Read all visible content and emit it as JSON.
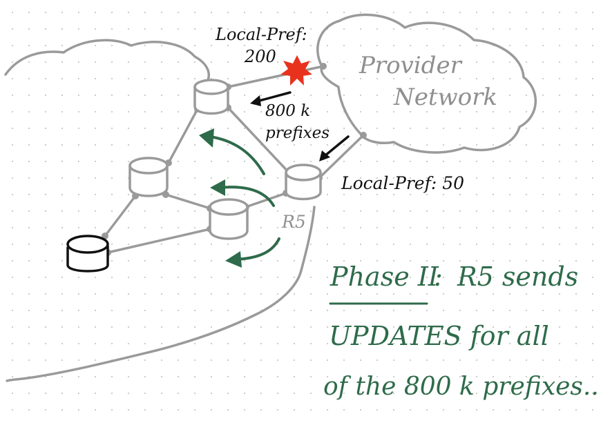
{
  "labels": {
    "local_pref_top_line1": "Local-Pref:",
    "local_pref_top_line2": "200",
    "provider_line1": "Provider",
    "provider_line2": "Network",
    "prefixes_line1": "800 k",
    "prefixes_line2": "prefixes",
    "local_pref_right": "Local-Pref: 50",
    "router_label": "R5"
  },
  "note": {
    "title": "Phase II",
    "colon": ":",
    "line1_rest": "R5 sends",
    "line2": "UPDATES for all",
    "line3": "of the 800 k prefixes..."
  },
  "colors": {
    "ink_black": "#111111",
    "ink_gray": "#9a9a9a",
    "ink_green": "#2e6b4a",
    "alert_red": "#e8321e"
  }
}
